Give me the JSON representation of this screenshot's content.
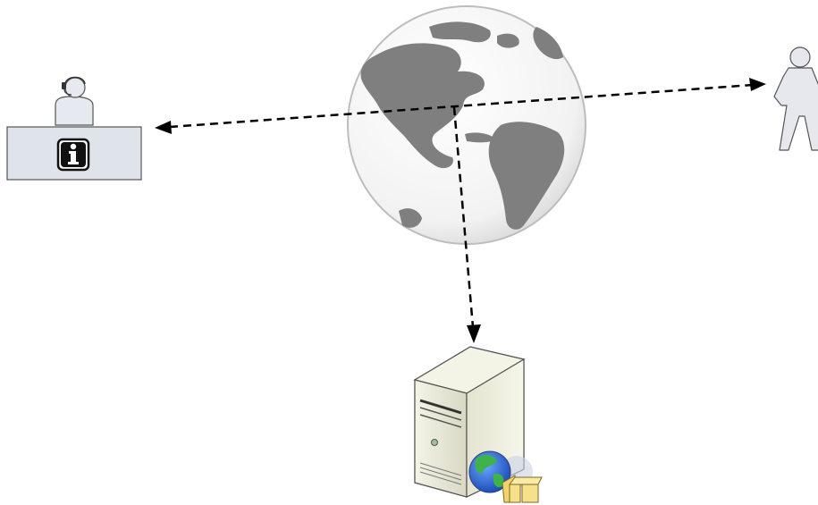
{
  "diagram": {
    "nodes": [
      {
        "id": "help-desk",
        "icon": "help-desk-operator-icon"
      },
      {
        "id": "internet",
        "icon": "globe-icon"
      },
      {
        "id": "user",
        "icon": "person-icon"
      },
      {
        "id": "web-server",
        "icon": "web-server-icon"
      }
    ],
    "connections": [
      {
        "from": "help-desk",
        "to": "user",
        "style": "dashed",
        "arrows": "both"
      },
      {
        "from": "internet",
        "to": "web-server",
        "style": "dashed",
        "arrows": "end"
      }
    ],
    "colors": {
      "line": "#000000",
      "desk_fill": "#dfe3ea",
      "globe_ocean": "#ffffff",
      "globe_land": "#7f7f7f",
      "server_body": "#e8e8d6",
      "person_fill": "#e6e8ee"
    }
  }
}
